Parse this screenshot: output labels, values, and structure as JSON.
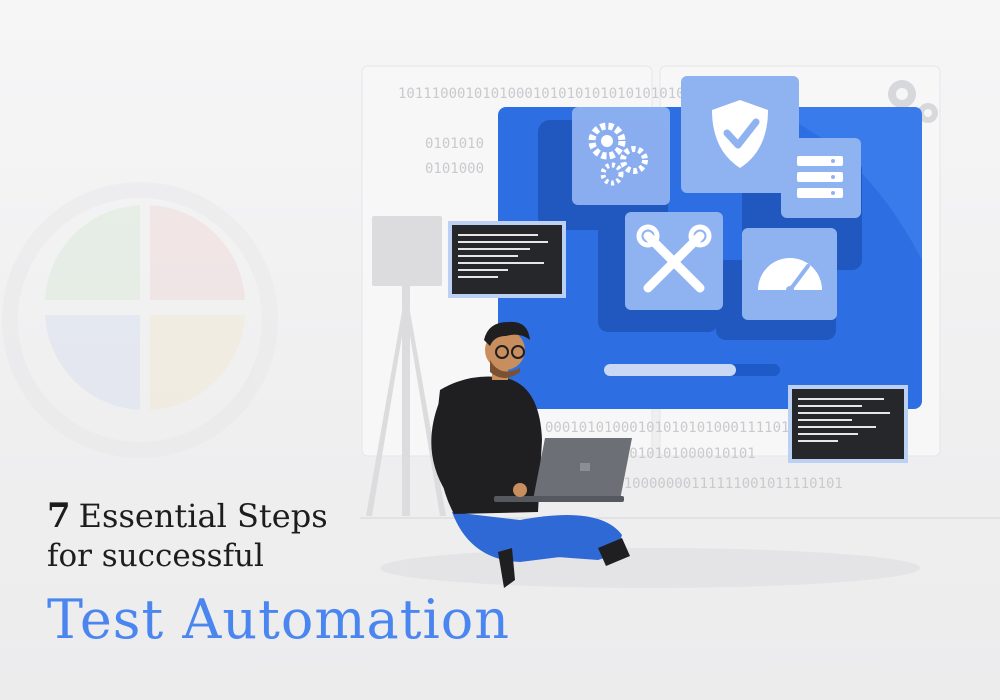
{
  "heading": {
    "number": "7",
    "line1_rest": "Essential Steps",
    "line2": "for successful",
    "highlight": "Test Automation"
  },
  "binary_strings": [
    "101110001010100010101010101010101010101",
    "0101010",
    "0101000",
    "00010101000101010101000111101010000100",
    "0101010001010101000010101",
    "101010000000111111001011110101"
  ],
  "colors": {
    "brand_blue": "#2d6fe3",
    "highlight_text": "#4b86f0",
    "tile": "#8fb2f0",
    "dark_shirt": "#1f1f22",
    "pants": "#2f69d6"
  },
  "icons": [
    "gears-icon",
    "shield-check-icon",
    "server-icon",
    "tools-icon",
    "speedometer-icon",
    "code-window-icon",
    "logo-watermark"
  ]
}
